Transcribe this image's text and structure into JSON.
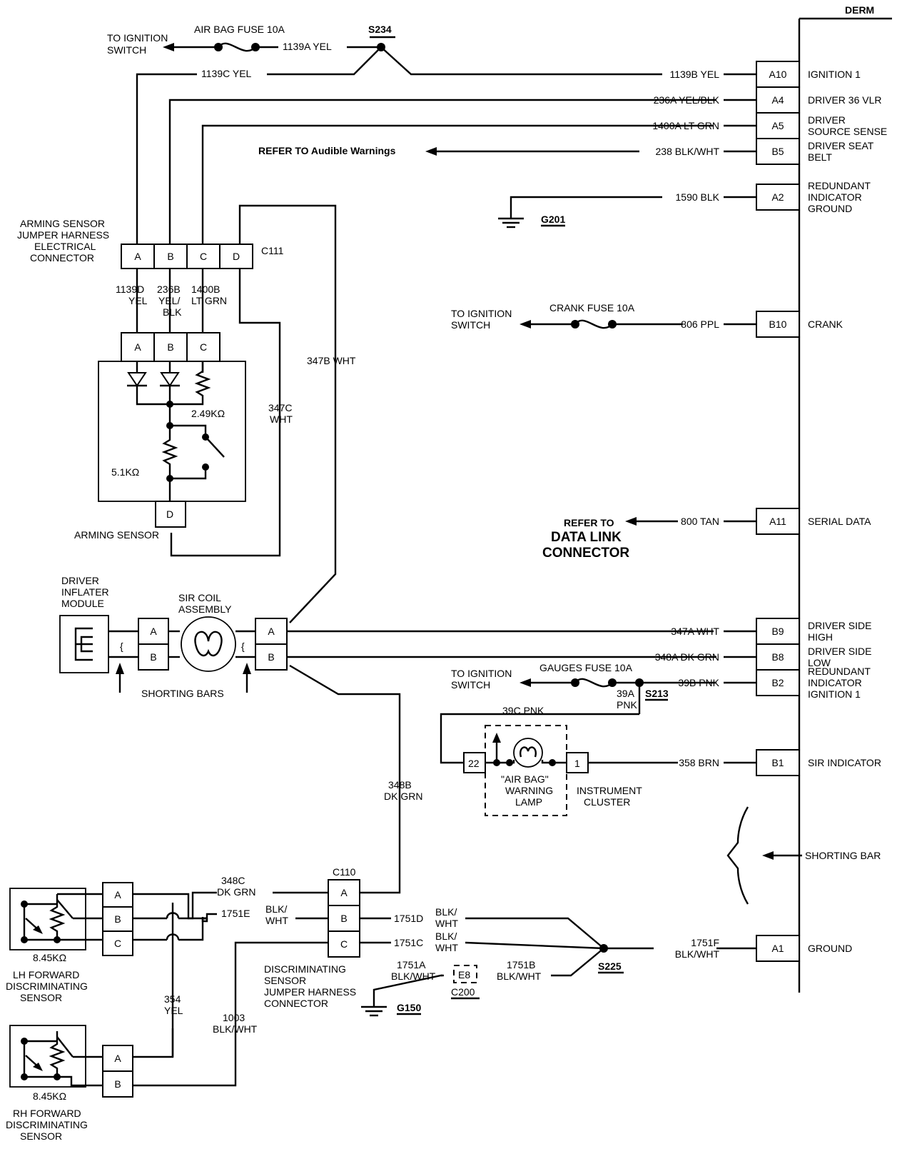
{
  "title": "DERM",
  "derm_pins": [
    {
      "pin": "A10",
      "func": "IGNITION 1",
      "wire": "1139B YEL"
    },
    {
      "pin": "A4",
      "func": "DRIVER 36 VLR",
      "wire": "236A YEL/BLK"
    },
    {
      "pin": "A5",
      "func": [
        "DRIVER",
        "SOURCE SENSE"
      ],
      "wire": "1400A LT GRN"
    },
    {
      "pin": "B5",
      "func": [
        "DRIVER SEAT",
        "BELT"
      ],
      "wire": "238 BLK/WHT"
    },
    {
      "pin": "A2",
      "func": [
        "REDUNDANT",
        "INDICATOR",
        "GROUND"
      ],
      "wire": "1590 BLK"
    },
    {
      "pin": "B10",
      "func": "CRANK",
      "wire": "806 PPL"
    },
    {
      "pin": "A11",
      "func": "SERIAL DATA",
      "wire": "800 TAN"
    },
    {
      "pin": "B9",
      "func": [
        "DRIVER SIDE",
        "HIGH"
      ],
      "wire": "347A WHT"
    },
    {
      "pin": "B8",
      "func": [
        "DRIVER SIDE",
        "LOW"
      ],
      "wire": "348A DK GRN"
    },
    {
      "pin": "B2",
      "func": [
        "REDUNDANT",
        "INDICATOR",
        "IGNITION 1"
      ],
      "wire": "39B PNK"
    },
    {
      "pin": "B1",
      "func": "SIR INDICATOR",
      "wire": "358 BRN"
    },
    {
      "pin": "A1",
      "func": "GROUND",
      "wire": [
        "1751F",
        "BLK/WHT"
      ]
    }
  ],
  "top": {
    "to_ignition_1": [
      "TO IGNITION",
      "SWITCH"
    ],
    "airbag_fuse": "AIR BAG FUSE 10A",
    "wire_1139a": "1139A YEL",
    "splice_s234": "S234",
    "wire_1139c": "1139C YEL",
    "refer_audible": "REFER TO Audible Warnings",
    "ground_g201": "G201"
  },
  "arming": {
    "harness_label": [
      "ARMING SENSOR",
      "JUMPER HARNESS",
      "ELECTRICAL",
      "CONNECTOR"
    ],
    "pins": [
      "A",
      "B",
      "C",
      "D"
    ],
    "connector": "C111",
    "wire_a": [
      "1139D",
      "YEL"
    ],
    "wire_b": [
      "236B",
      "YEL/",
      "BLK"
    ],
    "wire_c": [
      "1400B",
      "LT GRN"
    ],
    "sensor_pins": [
      "A",
      "B",
      "C"
    ],
    "resistor_1": "2.49KΩ",
    "resistor_2": "5.1KΩ",
    "pin_d": "D",
    "sensor_label": "ARMING SENSOR",
    "wire_347c": [
      "347C",
      "WHT"
    ],
    "wire_347b": "347B WHT"
  },
  "crank": {
    "to_ignition": [
      "TO IGNITION",
      "SWITCH"
    ],
    "fuse": "CRANK FUSE 10A"
  },
  "serial": {
    "refer_to": "REFER TO",
    "dlc_1": "DATA LINK",
    "dlc_2": "CONNECTOR"
  },
  "inflater": {
    "module_label": [
      "DRIVER",
      "INFLATER",
      "MODULE"
    ],
    "coil_label": [
      "SIR COIL",
      "ASSEMBLY"
    ],
    "pins": [
      "A",
      "B"
    ],
    "shorting_bars": "SHORTING BARS"
  },
  "gauges": {
    "to_ignition": [
      "TO IGNITION",
      "SWITCH"
    ],
    "fuse": "GAUGES FUSE 10A",
    "wire_39a": [
      "39A",
      "PNK"
    ],
    "splice_s213": "S213",
    "wire_39c": "39C PNK",
    "pin_22": "22",
    "pin_1": "1",
    "lamp_label": [
      "\"AIR BAG\"",
      "WARNING",
      "LAMP"
    ],
    "cluster_label": [
      "INSTRUMENT",
      "CLUSTER"
    ]
  },
  "shorting_bar": "SHORTING BAR",
  "disc": {
    "wire_348b": [
      "348B",
      "DK GRN"
    ],
    "wire_348c": [
      "348C",
      "DK GRN"
    ],
    "wire_1751e": "1751E",
    "wire_1751e_color": [
      "BLK/",
      "WHT"
    ],
    "connector_c110": "C110",
    "pins": [
      "A",
      "B",
      "C"
    ],
    "wire_1751d": "1751D",
    "wire_1751d_color": [
      "BLK/",
      "WHT"
    ],
    "wire_1751c": "1751C",
    "wire_1751c_color": [
      "BLK/",
      "WHT"
    ],
    "harness_label": [
      "DISCRIMINATING",
      "SENSOR",
      "JUMPER HARNESS",
      "CONNECTOR"
    ],
    "wire_1751a": [
      "1751A",
      "BLK/WHT"
    ],
    "wire_1751b": [
      "1751B",
      "BLK/WHT"
    ],
    "conn_e8": "E8",
    "conn_c200": "C200",
    "ground_g150": "G150",
    "splice_s225": "S225",
    "wire_354": [
      "354",
      "YEL"
    ],
    "wire_1003": [
      "1003",
      "BLK/WHT"
    ],
    "lh_resistor": "8.45KΩ",
    "lh_label": [
      "LH FORWARD",
      "DISCRIMINATING",
      "SENSOR"
    ],
    "lh_pins": [
      "A",
      "B",
      "C"
    ],
    "rh_resistor": "8.45KΩ",
    "rh_label": [
      "RH FORWARD",
      "DISCRIMINATING",
      "SENSOR"
    ],
    "rh_pins": [
      "A",
      "B"
    ]
  }
}
